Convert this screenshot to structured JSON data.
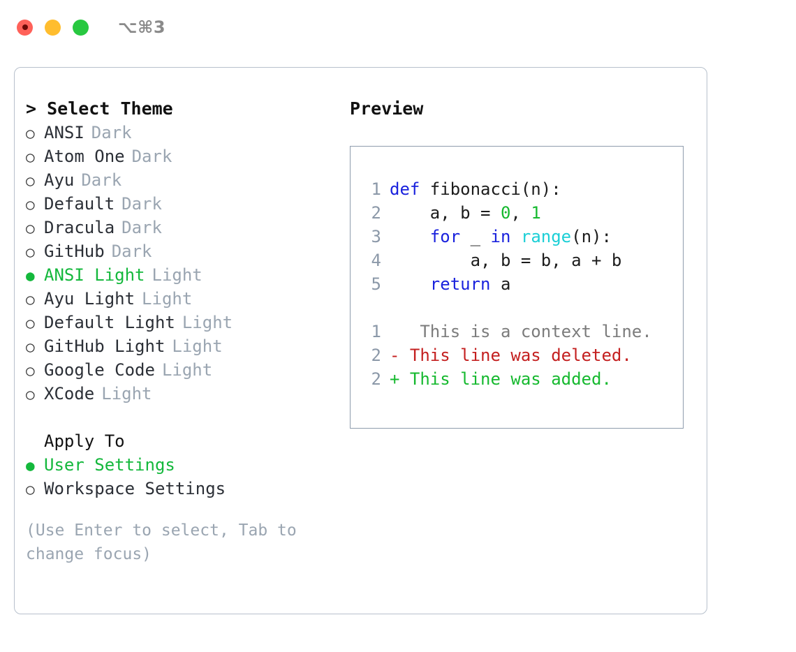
{
  "titlebar": {
    "shortcut": "⌥⌘3",
    "buttons": [
      {
        "name": "close",
        "color": "#ff6159"
      },
      {
        "name": "minimize",
        "color": "#ffbd2e"
      },
      {
        "name": "maximize",
        "color": "#28c840"
      }
    ]
  },
  "theme_picker": {
    "header": "> Select Theme",
    "bullet_selected": "●",
    "bullet_unselected": "○",
    "items": [
      {
        "label": "ANSI",
        "suffix": "Dark",
        "selected": false
      },
      {
        "label": "Atom One",
        "suffix": "Dark",
        "selected": false
      },
      {
        "label": "Ayu",
        "suffix": "Dark",
        "selected": false
      },
      {
        "label": "Default",
        "suffix": "Dark",
        "selected": false
      },
      {
        "label": "Dracula",
        "suffix": "Dark",
        "selected": false
      },
      {
        "label": "GitHub",
        "suffix": "Dark",
        "selected": false
      },
      {
        "label": "ANSI Light",
        "suffix": "Light",
        "selected": true
      },
      {
        "label": "Ayu Light",
        "suffix": "Light",
        "selected": false
      },
      {
        "label": "Default Light",
        "suffix": "Light",
        "selected": false
      },
      {
        "label": "GitHub Light",
        "suffix": "Light",
        "selected": false
      },
      {
        "label": "Google Code",
        "suffix": "Light",
        "selected": false
      },
      {
        "label": "XCode",
        "suffix": "Light",
        "selected": false
      }
    ]
  },
  "apply_to": {
    "header": "Apply To",
    "options": [
      {
        "label": "User Settings",
        "selected": true
      },
      {
        "label": "Workspace Settings",
        "selected": false
      }
    ]
  },
  "hint": "(Use Enter to select, Tab to change focus)",
  "preview": {
    "header": "Preview",
    "code_lines": [
      {
        "n": "1",
        "tokens": [
          {
            "t": "def",
            "c": "kw"
          },
          {
            "t": " fibonacci(n):",
            "c": "plain"
          }
        ]
      },
      {
        "n": "2",
        "tokens": [
          {
            "t": "    a, b = ",
            "c": "plain"
          },
          {
            "t": "0",
            "c": "num"
          },
          {
            "t": ", ",
            "c": "plain"
          },
          {
            "t": "1",
            "c": "num"
          }
        ]
      },
      {
        "n": "3",
        "tokens": [
          {
            "t": "    ",
            "c": "plain"
          },
          {
            "t": "for",
            "c": "kw"
          },
          {
            "t": " _ ",
            "c": "plain"
          },
          {
            "t": "in",
            "c": "kw"
          },
          {
            "t": " ",
            "c": "plain"
          },
          {
            "t": "range",
            "c": "fn"
          },
          {
            "t": "(n):",
            "c": "plain"
          }
        ]
      },
      {
        "n": "4",
        "tokens": [
          {
            "t": "        a, b = b, a + b",
            "c": "plain"
          }
        ]
      },
      {
        "n": "5",
        "tokens": [
          {
            "t": "    ",
            "c": "plain"
          },
          {
            "t": "return",
            "c": "kw"
          },
          {
            "t": " a",
            "c": "plain"
          }
        ]
      }
    ],
    "diff_lines": [
      {
        "n": "1",
        "marker": " ",
        "text": "  This is a context line.",
        "kind": "d-ctx"
      },
      {
        "n": "2",
        "marker": "-",
        "text": " This line was deleted.",
        "kind": "d-del"
      },
      {
        "n": "2",
        "marker": "+",
        "text": " This line was added.",
        "kind": "d-add"
      }
    ]
  },
  "colors": {
    "accent_green": "#14b83c",
    "keyword_blue": "#1a22dd",
    "function_cyan": "#1ccfd6",
    "number_green": "#16b92f",
    "diff_delete_red": "#c42020",
    "diff_add_green": "#16b92f",
    "muted_gray": "#9aa5b1",
    "border_gray": "#b7c0cc",
    "preview_border": "#8e9cad"
  }
}
